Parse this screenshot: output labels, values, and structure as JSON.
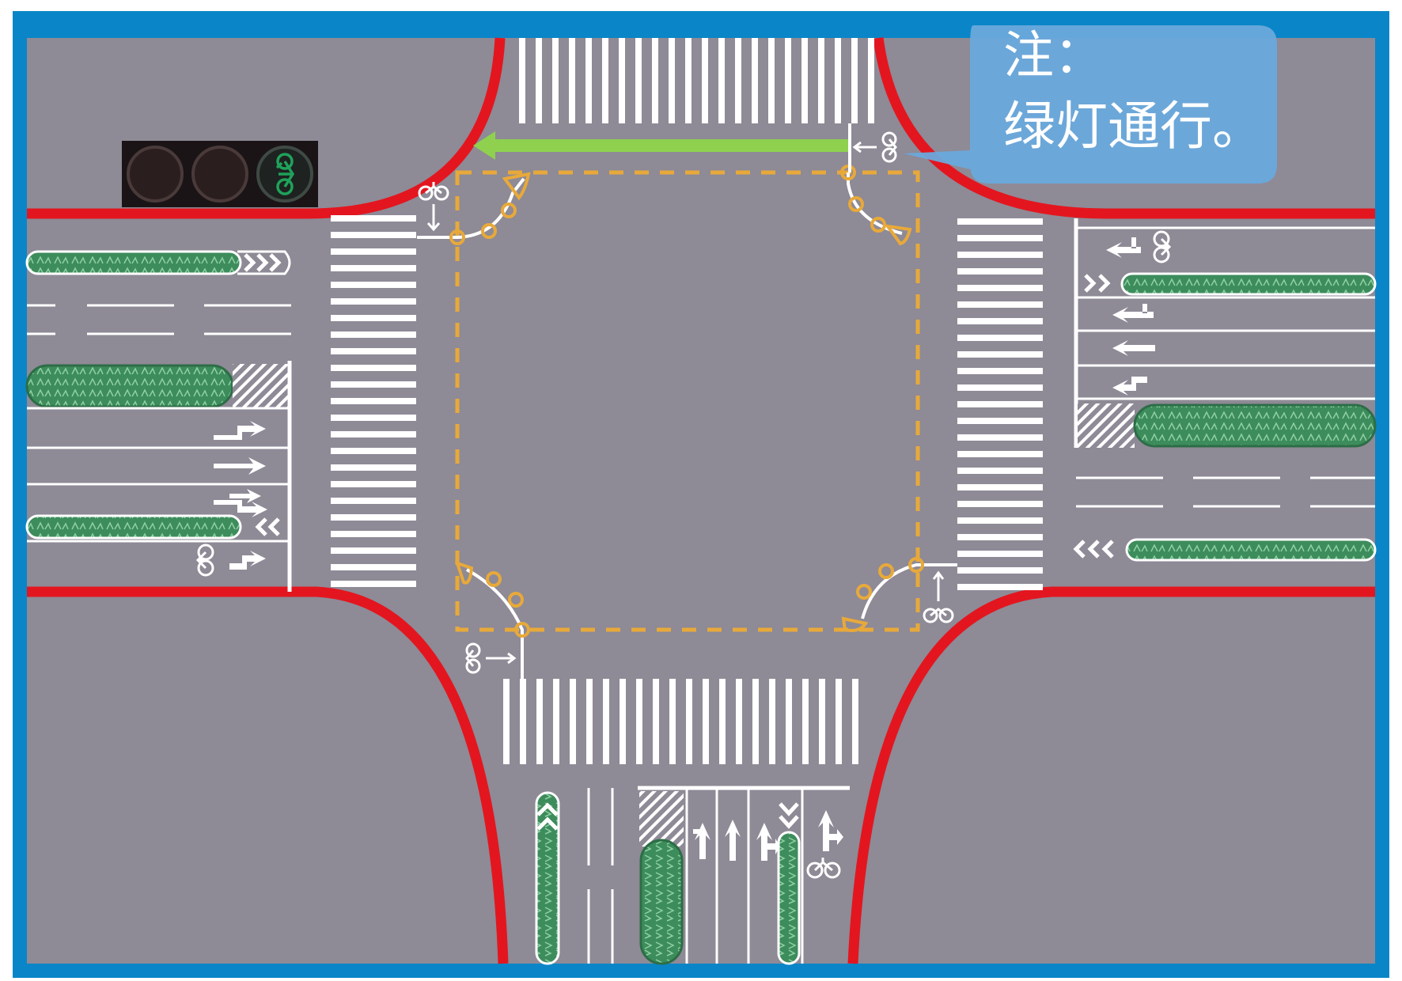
{
  "note": {
    "title": "注：",
    "body": "绿灯通行。"
  },
  "signal": {
    "lamps": [
      "off",
      "off",
      "bicycle-green"
    ],
    "active_color": "#1fa25a"
  },
  "colors": {
    "frame": "#0a86c8",
    "road": "#8e8a96",
    "curb": "#e3161f",
    "marking": "#ffffff",
    "guide": "#e8a93a",
    "green_arrow": "#8fd14f",
    "median": "#3d8c5c",
    "note_bg": "#6aa9dc"
  },
  "icons": [
    "bicycle-icon",
    "arrow-icon",
    "traffic-light-icon"
  ]
}
